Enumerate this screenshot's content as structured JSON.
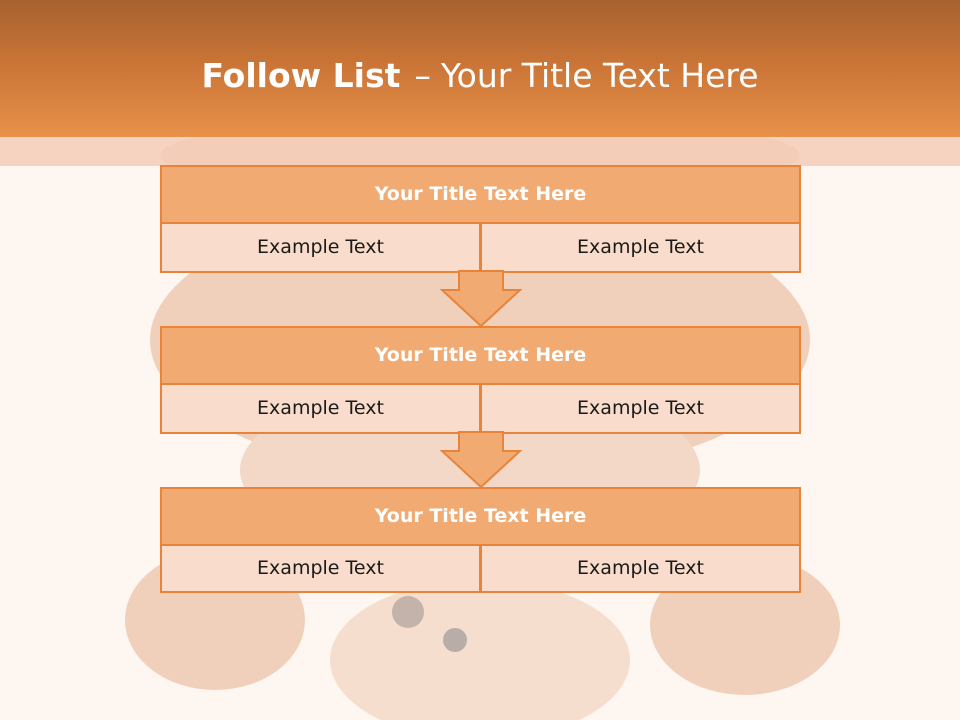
{
  "slide": {
    "title_bold": "Follow List",
    "title_separator": "–",
    "title_rest": "Your Title Text Here"
  },
  "blocks": [
    {
      "title": "Your Title Text Here",
      "left_cell": "Example Text",
      "right_cell": "Example Text"
    },
    {
      "title": "Your Title Text Here",
      "left_cell": "Example Text",
      "right_cell": "Example Text"
    },
    {
      "title": "Your Title Text Here",
      "left_cell": "Example Text",
      "right_cell": "Example Text"
    }
  ],
  "colors": {
    "header_dark": "#a7622f",
    "header_light": "#e8914a",
    "accent_border": "#e8843a",
    "title_fill": "#f0aa72",
    "cell_fill": "#f9dccc"
  }
}
